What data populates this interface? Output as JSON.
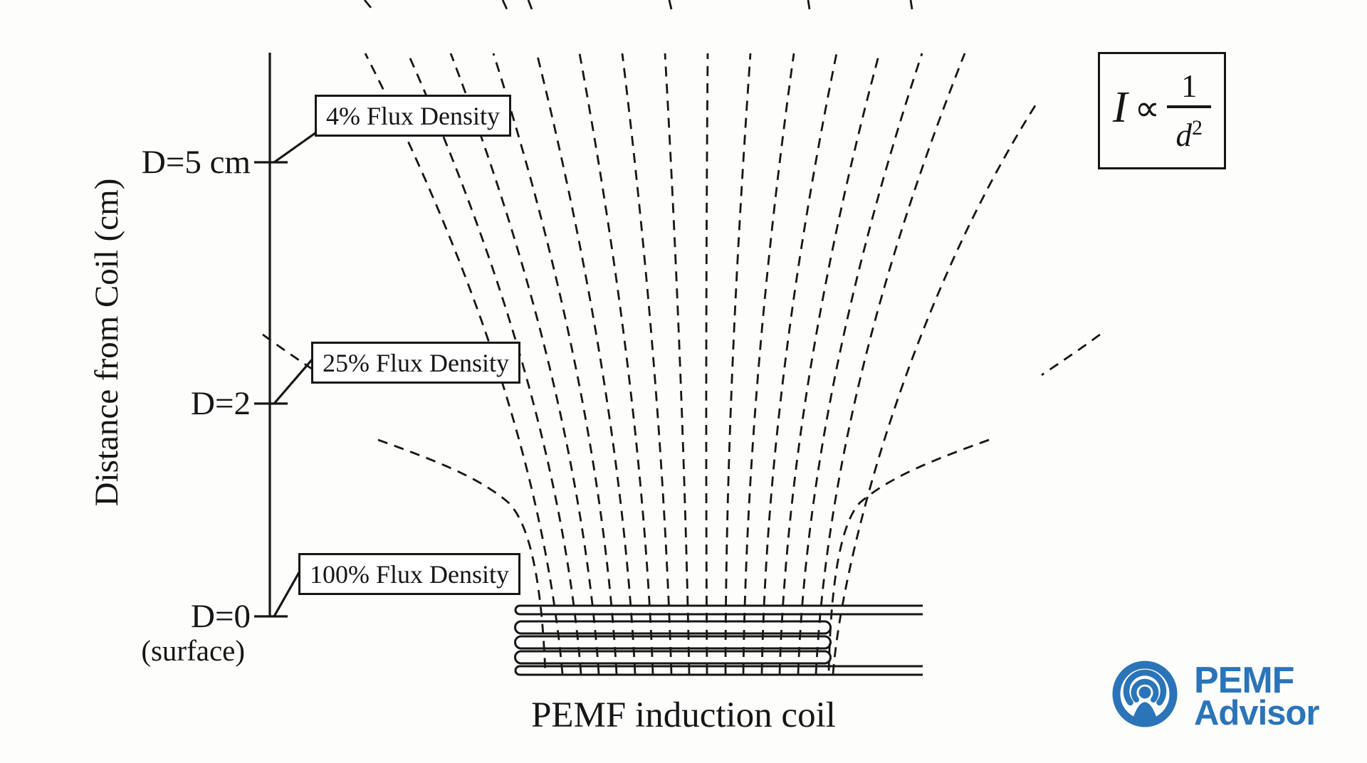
{
  "colors": {
    "ink": "#161616",
    "brand_blue": "#2b74b8",
    "background": "#fdfdfc",
    "box_background": "#ffffff"
  },
  "y_axis": {
    "title": "Distance from Coil (cm)"
  },
  "ticks": [
    {
      "label": "D=5 cm"
    },
    {
      "label": "D=2"
    },
    {
      "label": "D=0"
    }
  ],
  "surface_note": "(surface)",
  "callouts": [
    {
      "label": "4% Flux Density"
    },
    {
      "label": "25% Flux Density"
    },
    {
      "label": "100% Flux Density"
    }
  ],
  "formula": {
    "lhs": "I",
    "relation": "∝",
    "numerator": "1",
    "denominator_base": "d",
    "denominator_exponent": "2"
  },
  "caption": "PEMF induction coil",
  "logo": {
    "word1": "PEMF",
    "word2": "Advisor",
    "icon": "radiating-person-icon"
  },
  "svg_layers": [
    {
      "name": "induction-coil",
      "item_name": "coil-turn",
      "stroke": "#161616",
      "width": 3,
      "dash": "",
      "fill": "none",
      "paths": [
        "M 1296 851 L 730 851 A 6 6 0 0 0 730 863 L 1296 863",
        "M 1158 873 L 732 873 A 8.5 8.5 0 0 0 732 890 L 1158 890 A 8.5 8.5 0 0 0 1158 873 Z",
        "M 1158 894 L 732 894 A 8.5 8.5 0 0 0 732 911 L 1158 911 A 8.5 8.5 0 0 0 1158 894 Z",
        "M 1158 915 L 732 915 A 8.5 8.5 0 0 0 732 932 L 1158 932 A 8.5 8.5 0 0 0 1158 915 Z",
        "M 1296 936 L 730 936 A 6 6 0 0 0 730 948 L 1296 948"
      ]
    },
    {
      "name": "field-lines",
      "item_name": "field-line",
      "stroke": "#161616",
      "width": 2.8,
      "dash": "14 10",
      "fill": "none",
      "paths": [
        "M 790 947 C 762 630, 638 320, 513 75",
        "M 816 947 C 791 630, 682 320, 573 75",
        "M 841 947 C 819 630, 727 320, 633 75",
        "M 866 947 C 848 630, 771 320, 693 75",
        "M 892 947 C 876 630, 815 320, 754 75",
        "M 917 947 C 905 630, 859 320, 814 75",
        "M 943 947 C 933 630, 904 320, 874 75",
        "M 968 947 C 962 630, 948 320, 934 75",
        "M 993 947 C 991 630, 992 320, 994 75",
        "M 1019 947 C 1019 630, 1037 320, 1054 75",
        "M 1044 947 C 1048 630, 1081 320, 1115 75",
        "M 1070 947 C 1076 630, 1125 320, 1175 75",
        "M 1095 947 C 1105 630, 1169 320, 1235 75",
        "M 1121 947 C 1133 630, 1214 320, 1295 75",
        "M 1146 947 C 1162 630, 1258 320, 1355 75",
        "M 531 618 C 600 643, 670 668, 714 706 C 750 742, 762 845, 766 947",
        "M 1389 618 C 1320 643, 1252 668, 1208 706 C 1176 740, 1166 845, 1164 947",
        "M 369 470 C 396 490, 423 508, 451 527",
        "M 1545 470 C 1518 490, 1491 508, 1463 527",
        "M 1170 947 C 1182 790, 1275 430, 1458 142",
        "M 512 0 L 522 12",
        "M 706 0 L 712 13",
        "M 742 0 L 747 13",
        "M 940 0 L 943 13",
        "M 1135 0 L 1137 13",
        "M 1279 0 L 1281 13"
      ]
    },
    {
      "name": "axis-and-leaders",
      "item_name": "axis-line",
      "stroke": "#161616",
      "width": 3.2,
      "dash": "",
      "fill": "none",
      "paths": [
        "M 379 74 L 379 866",
        "M 357 228 L 404 228",
        "M 357 567 L 404 567",
        "M 357 866 L 404 866",
        "M 385 228 L 447 184",
        "M 385 567 L 441 502",
        "M 385 866 L 423 799"
      ]
    }
  ]
}
